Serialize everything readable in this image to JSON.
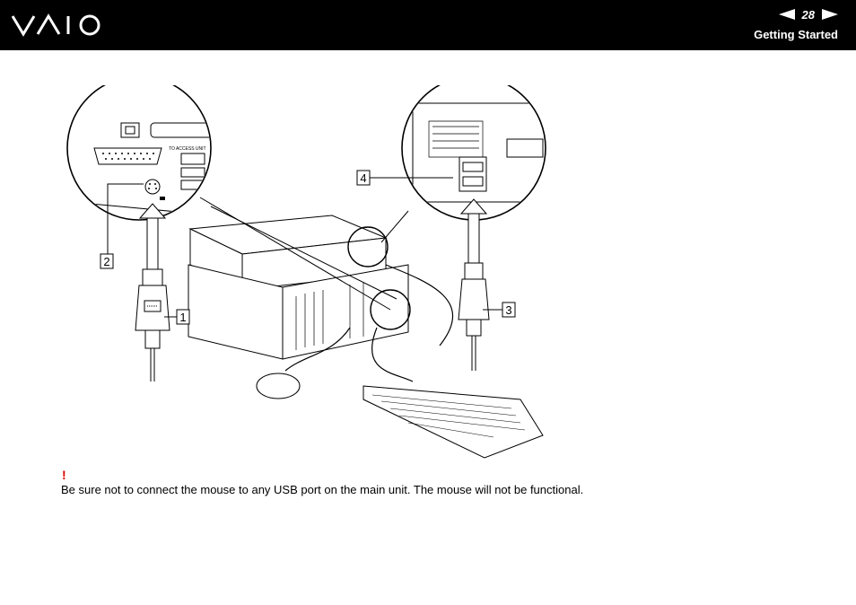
{
  "header": {
    "brand_logo": "VAIO",
    "page_number": "28",
    "section_title": "Getting Started",
    "prev_icon": "triangle-left-icon",
    "next_icon": "triangle-right-icon"
  },
  "figure": {
    "callouts": [
      "1",
      "2",
      "3",
      "4"
    ],
    "port_label": "TO ACCESS UNIT"
  },
  "note": {
    "mark": "!",
    "text": "Be sure not to connect the mouse to any USB port on the main unit. The mouse will not be functional."
  }
}
